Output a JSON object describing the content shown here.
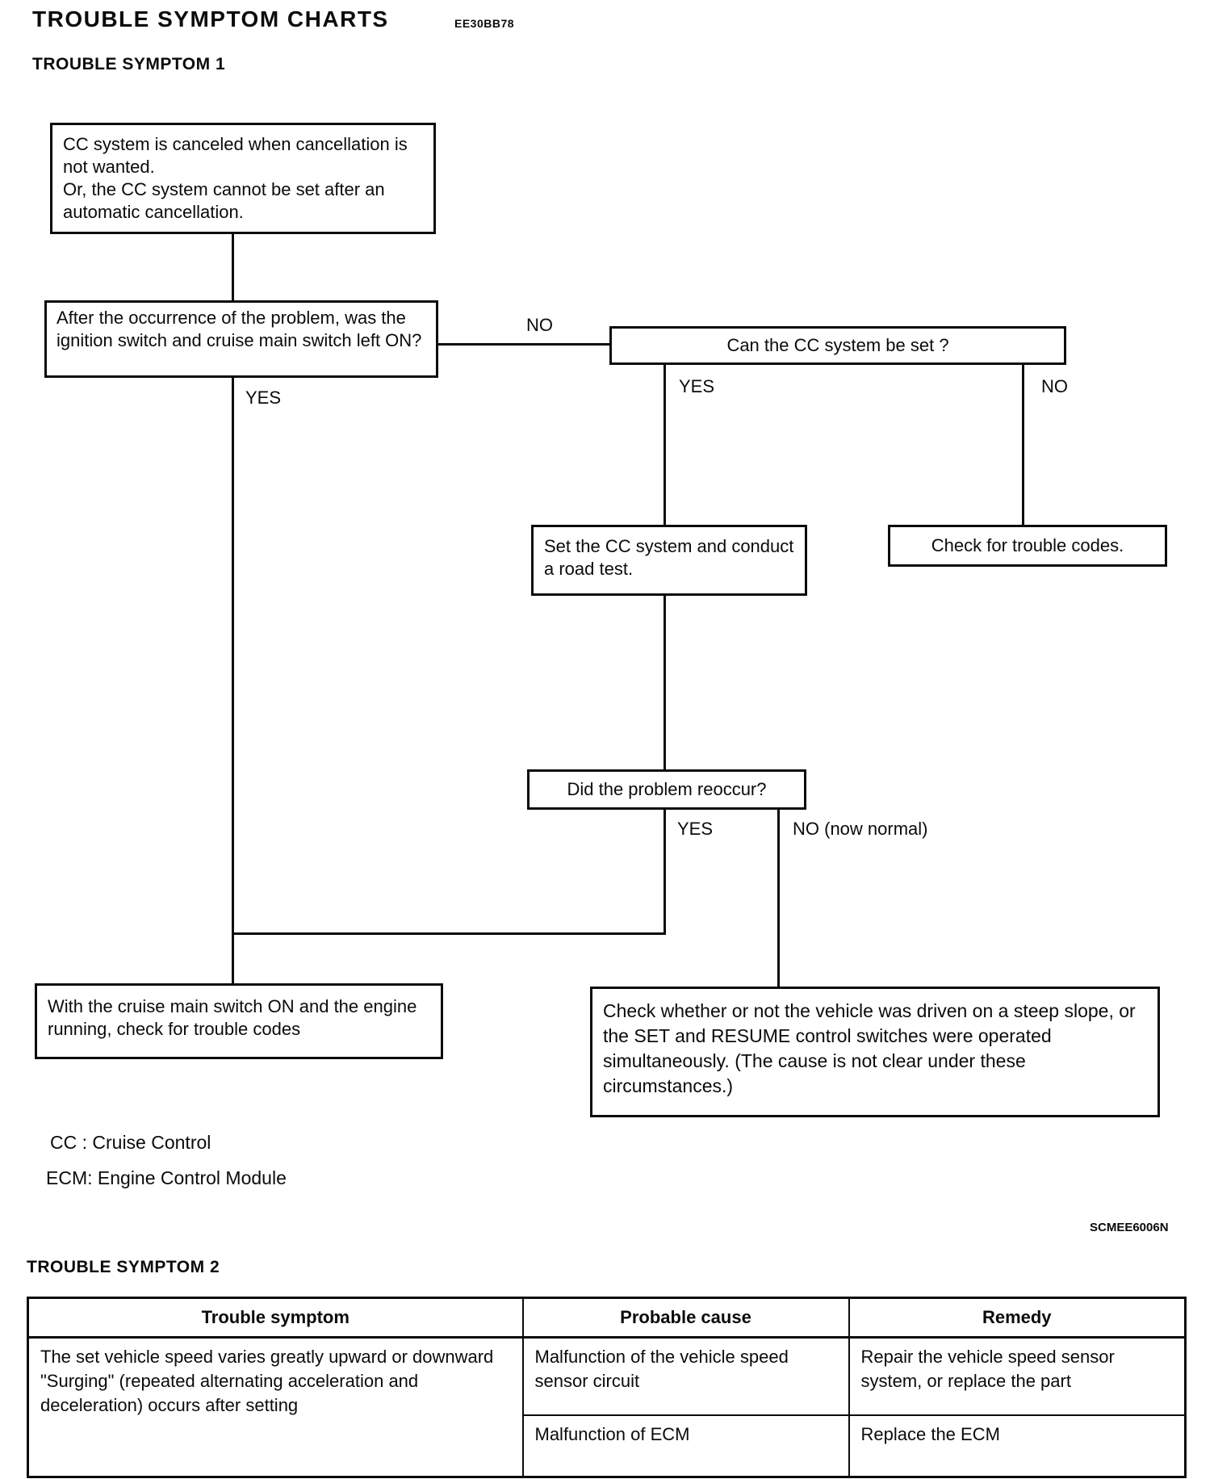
{
  "header": {
    "title": "TROUBLE SYMPTOM CHARTS",
    "code": "EE30BB78",
    "section1": "TROUBLE SYMPTOM 1",
    "section2": "TROUBLE SYMPTOM 2",
    "figure_code": "SCMEE6006N"
  },
  "flowchart": {
    "symptom_box": {
      "lines": [
        "CC system is canceled when cancellation is not wanted.",
        "Or, the CC system cannot be set after an automatic cancellation."
      ]
    },
    "q_switch_left_on": "After the occurrence of the problem, was the ignition switch and cruise main switch left ON?",
    "q_can_set": "Can the CC system be set ?",
    "action_road_test": "Set the CC system and conduct a road test.",
    "action_check_codes": "Check for trouble codes.",
    "q_reoccur": "Did the problem reoccur?",
    "action_check_codes_engine": "With the cruise main switch ON and the engine running, check for trouble codes",
    "action_steep_slope": "Check whether or not the vehicle was driven on a steep slope, or the SET and RESUME control switches were operated simultaneously. (The cause is not clear under these circumstances.)",
    "labels": {
      "no1": "NO",
      "yes1": "YES",
      "yes2": "YES",
      "no2": "NO",
      "yes3": "YES",
      "no3": "NO (now normal)"
    }
  },
  "legend": {
    "cc": "CC : Cruise Control",
    "ecm": "ECM: Engine Control Module"
  },
  "table": {
    "headers": [
      "Trouble symptom",
      "Probable cause",
      "Remedy"
    ],
    "symptom_lines": [
      "The set vehicle speed varies greatly upward or downward",
      "\"Surging\" (repeated alternating acceleration and deceleration) occurs after setting"
    ],
    "rows": [
      {
        "cause": "Malfunction of the vehicle speed sensor circuit",
        "remedy": "Repair the vehicle speed sensor system, or replace the part"
      },
      {
        "cause": "Malfunction of ECM",
        "remedy": "Replace the ECM"
      }
    ]
  }
}
